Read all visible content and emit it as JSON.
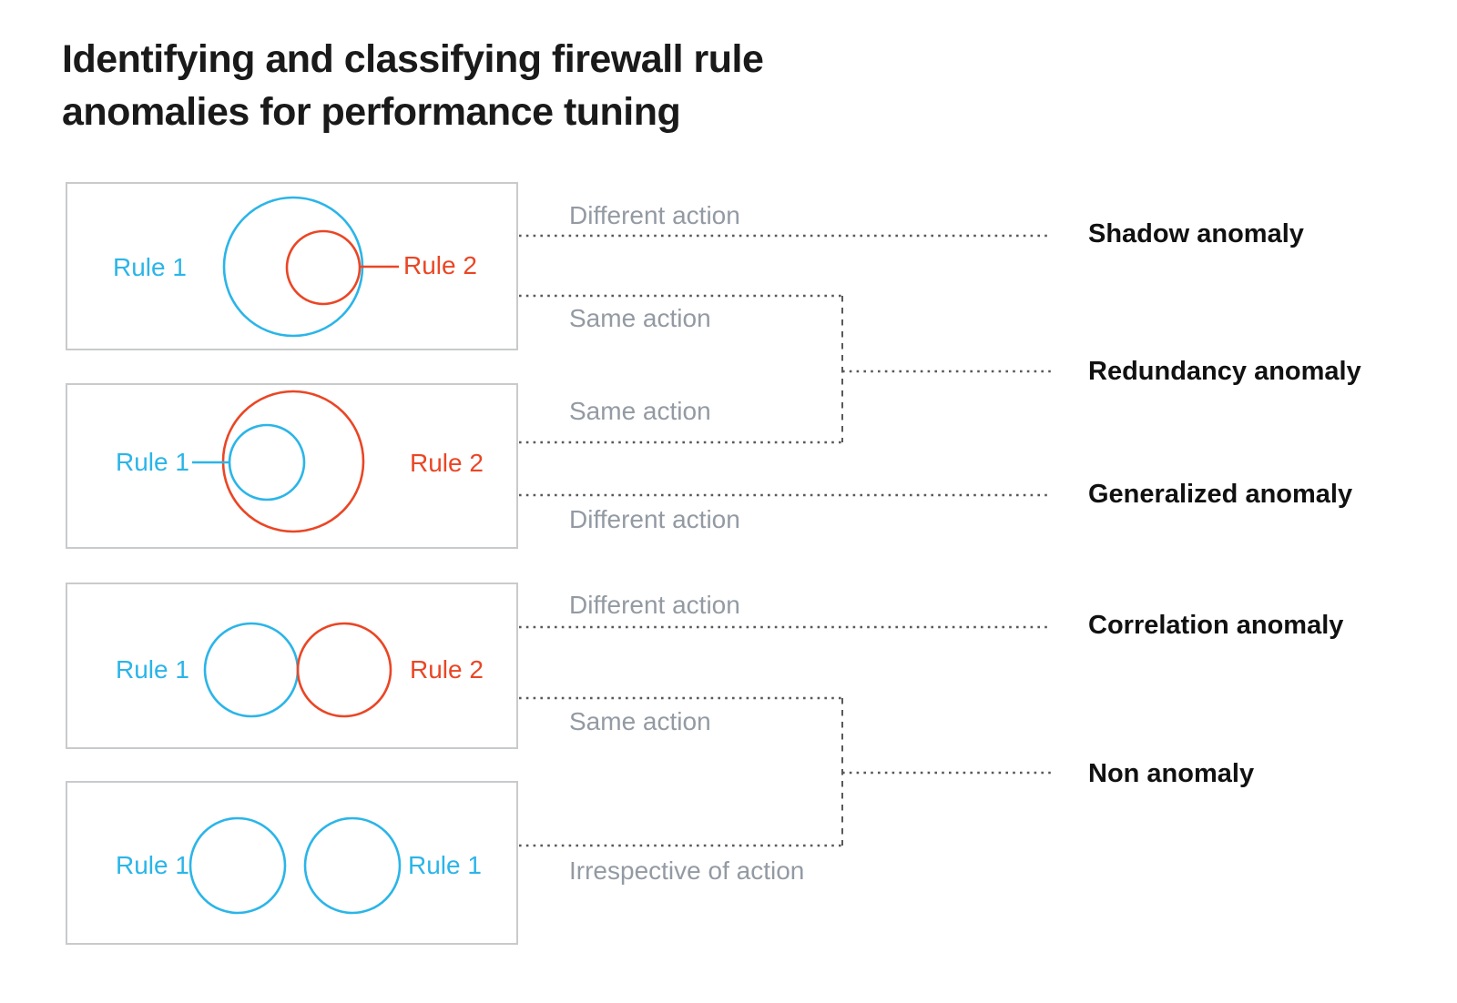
{
  "title": {
    "line1": "Identifying and classifying firewall rule",
    "line2": "anomalies for performance tuning"
  },
  "colors": {
    "cyan": "#2BB5E8",
    "red": "#EA4625",
    "gray_text": "#939AA3",
    "line_gray": "#58595B",
    "box_border": "#C9CACB",
    "label_black": "#111111",
    "background": "#FFFFFF"
  },
  "panels": [
    {
      "name": "shadow",
      "left_label": "Rule 1",
      "right_label": "Rule 2"
    },
    {
      "name": "generalized",
      "left_label": "Rule 1",
      "right_label": "Rule 2"
    },
    {
      "name": "correlation",
      "left_label": "Rule 1",
      "right_label": "Rule 2"
    },
    {
      "name": "non-anomaly",
      "left_label": "Rule 1",
      "right_label": "Rule 1"
    }
  ],
  "middle_labels": [
    {
      "text": "Different action"
    },
    {
      "text": "Same action"
    },
    {
      "text": "Same action"
    },
    {
      "text": "Different action"
    },
    {
      "text": "Different action"
    },
    {
      "text": "Same action"
    },
    {
      "text": "Irrespective of action"
    }
  ],
  "anomaly_labels": [
    {
      "text": "Shadow anomaly"
    },
    {
      "text": "Redundancy anomaly"
    },
    {
      "text": "Generalized anomaly"
    },
    {
      "text": "Correlation anomaly"
    },
    {
      "text": "Non anomaly"
    }
  ]
}
